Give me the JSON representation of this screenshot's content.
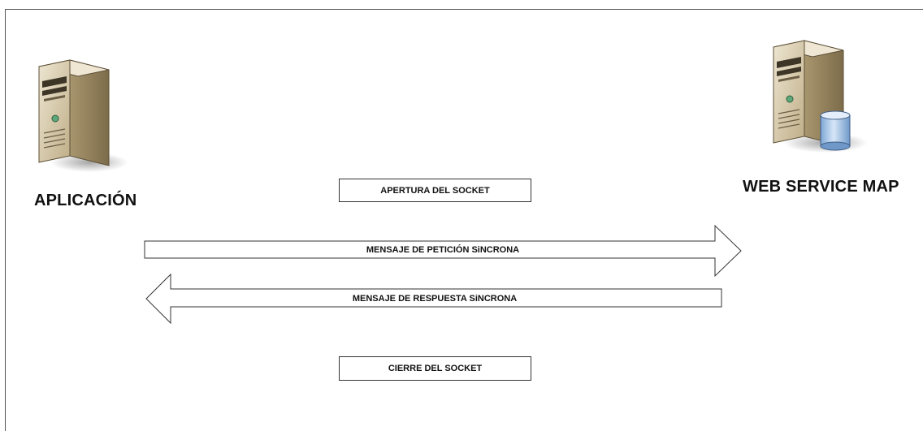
{
  "nodes": {
    "left": {
      "label": "APLICACIÓN",
      "icon": "server-tower-icon"
    },
    "right": {
      "label": "WEB SERVICE MAP",
      "icon": "server-database-icon"
    }
  },
  "steps": {
    "open": "APERTURA DEL SOCKET",
    "request": "MENSAJE DE PETICIÓN SiNCRONA",
    "response": "MENSAJE DE RESPUESTA SiNCRONA",
    "close": "CIERRE DEL SOCKET"
  },
  "colors": {
    "server_body": "#d9ccaa",
    "server_dark": "#8f7f5c",
    "database": "#a9c6e6"
  }
}
